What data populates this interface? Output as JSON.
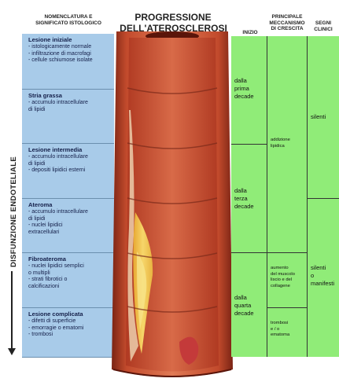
{
  "headers": {
    "nomenclature": "NOMENCLATURA E\nSIGNIFICATO ISTOLOGICO",
    "progression_line1": "PROGRESSIONE",
    "progression_line2": "DELL'ATEROSCLEROSI",
    "onset": "INIZIO",
    "growth": "PRINCIPALE\nMECCANISMO\nDI CRESCITA",
    "clinical": "SEGNI\nCLINICI"
  },
  "side_label": "DISFUNZIONE ENDOTELIALE",
  "stages": [
    {
      "title": "Lesione iniziale",
      "desc": "- istologicamente normale\n- infiltrazione di macrofagi\n- cellule schiumose isolate"
    },
    {
      "title": "Stria grassa",
      "desc": "- accumulo intracellulare\ndi lipidi"
    },
    {
      "title": "Lesione intermedia",
      "desc": "- accumulo intracellulare\ndi lipidi\n- depositi lipidici esterni"
    },
    {
      "title": "Ateroma",
      "desc": "- accumulo intracellulare\ndi lipidi\n- nuclei lipidici\nextracellulari"
    },
    {
      "title": "Fibroateroma",
      "desc": "- nuclei lipidici semplici\no multipli\n- strati fibrotici o\ncalcificazioni"
    },
    {
      "title": "Lesione complicata",
      "desc": "- difetti di superficie\n- emorragie o ematomi\n- trombosi"
    }
  ],
  "onset": [
    "dalla\nprima\ndecade",
    "dalla\nterza\ndecade",
    "dalla\nquarta\ndecade"
  ],
  "growth": [
    "addizione\nlipidica",
    "aumento\ndel muscolo\nliscio e del\ncollagene",
    "trombosi\ne / o\nematoma"
  ],
  "clinical": [
    "silenti",
    "silenti\no\nmanifesti"
  ],
  "colors": {
    "blue_panel": "#a8cbe9",
    "green_panel": "#90ec78",
    "artery_wall": "#c8553a",
    "plaque": "#f2c84b"
  }
}
